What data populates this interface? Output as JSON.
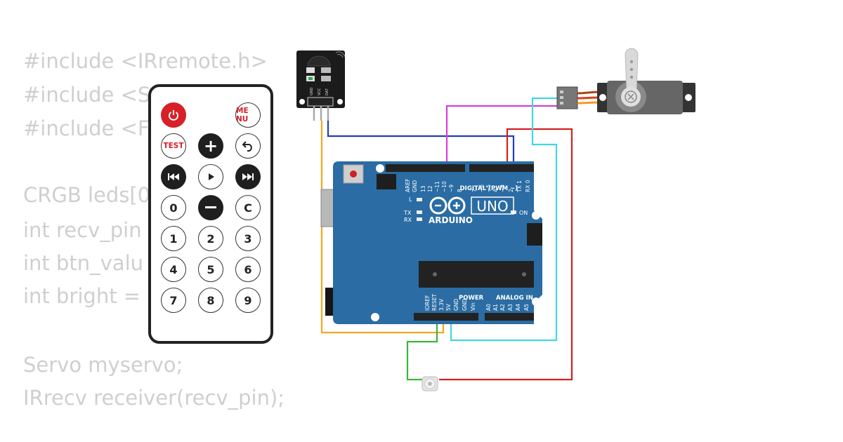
{
  "code_lines": [
    "#include <IRremote.h>",
    "#include <S",
    "#include <F",
    "",
    "CRGB leds[0",
    "int recv_pin",
    "int btn_valu",
    "int bright = 1",
    "",
    "Servo myservo;",
    "IRrecv receiver(recv_pin);"
  ],
  "remote": {
    "menu_label": "ME NU",
    "test_label": "TEST",
    "c_label": "C",
    "digits": [
      "0",
      "1",
      "2",
      "3",
      "4",
      "5",
      "6",
      "7",
      "8",
      "9"
    ]
  },
  "ir_receiver": {
    "pins": [
      "GND",
      "VCC",
      "DAT"
    ]
  },
  "arduino": {
    "brand": "ARDUINO",
    "model": "UNO",
    "digital_header": "DIGITAL (PWM ~)",
    "top_pins": [
      "AREF",
      "GND",
      "13",
      "12",
      "~11",
      "~10",
      "~9",
      "8",
      "7",
      "~6",
      "~5",
      "4",
      "~3",
      "2",
      "TX 1",
      "RX 0"
    ],
    "bottom_pins": [
      "IOREF",
      "RESET",
      "3.3V",
      "5V",
      "GND",
      "GND",
      "Vin",
      "A0",
      "A1",
      "A2",
      "A3",
      "A4",
      "A5"
    ],
    "power_label": "POWER",
    "analog_label": "ANALOG IN",
    "on_label": "ON",
    "l_label": "L",
    "tx_label": "TX",
    "rx_label": "RX"
  },
  "colors": {
    "board": "#2a6ca3",
    "wire_blue": "#1f3fb8",
    "wire_magenta": "#d63fd6",
    "wire_red": "#d42020",
    "wire_cyan": "#40d8e0",
    "wire_orange": "#f2a81f",
    "wire_green": "#3cb43c"
  }
}
